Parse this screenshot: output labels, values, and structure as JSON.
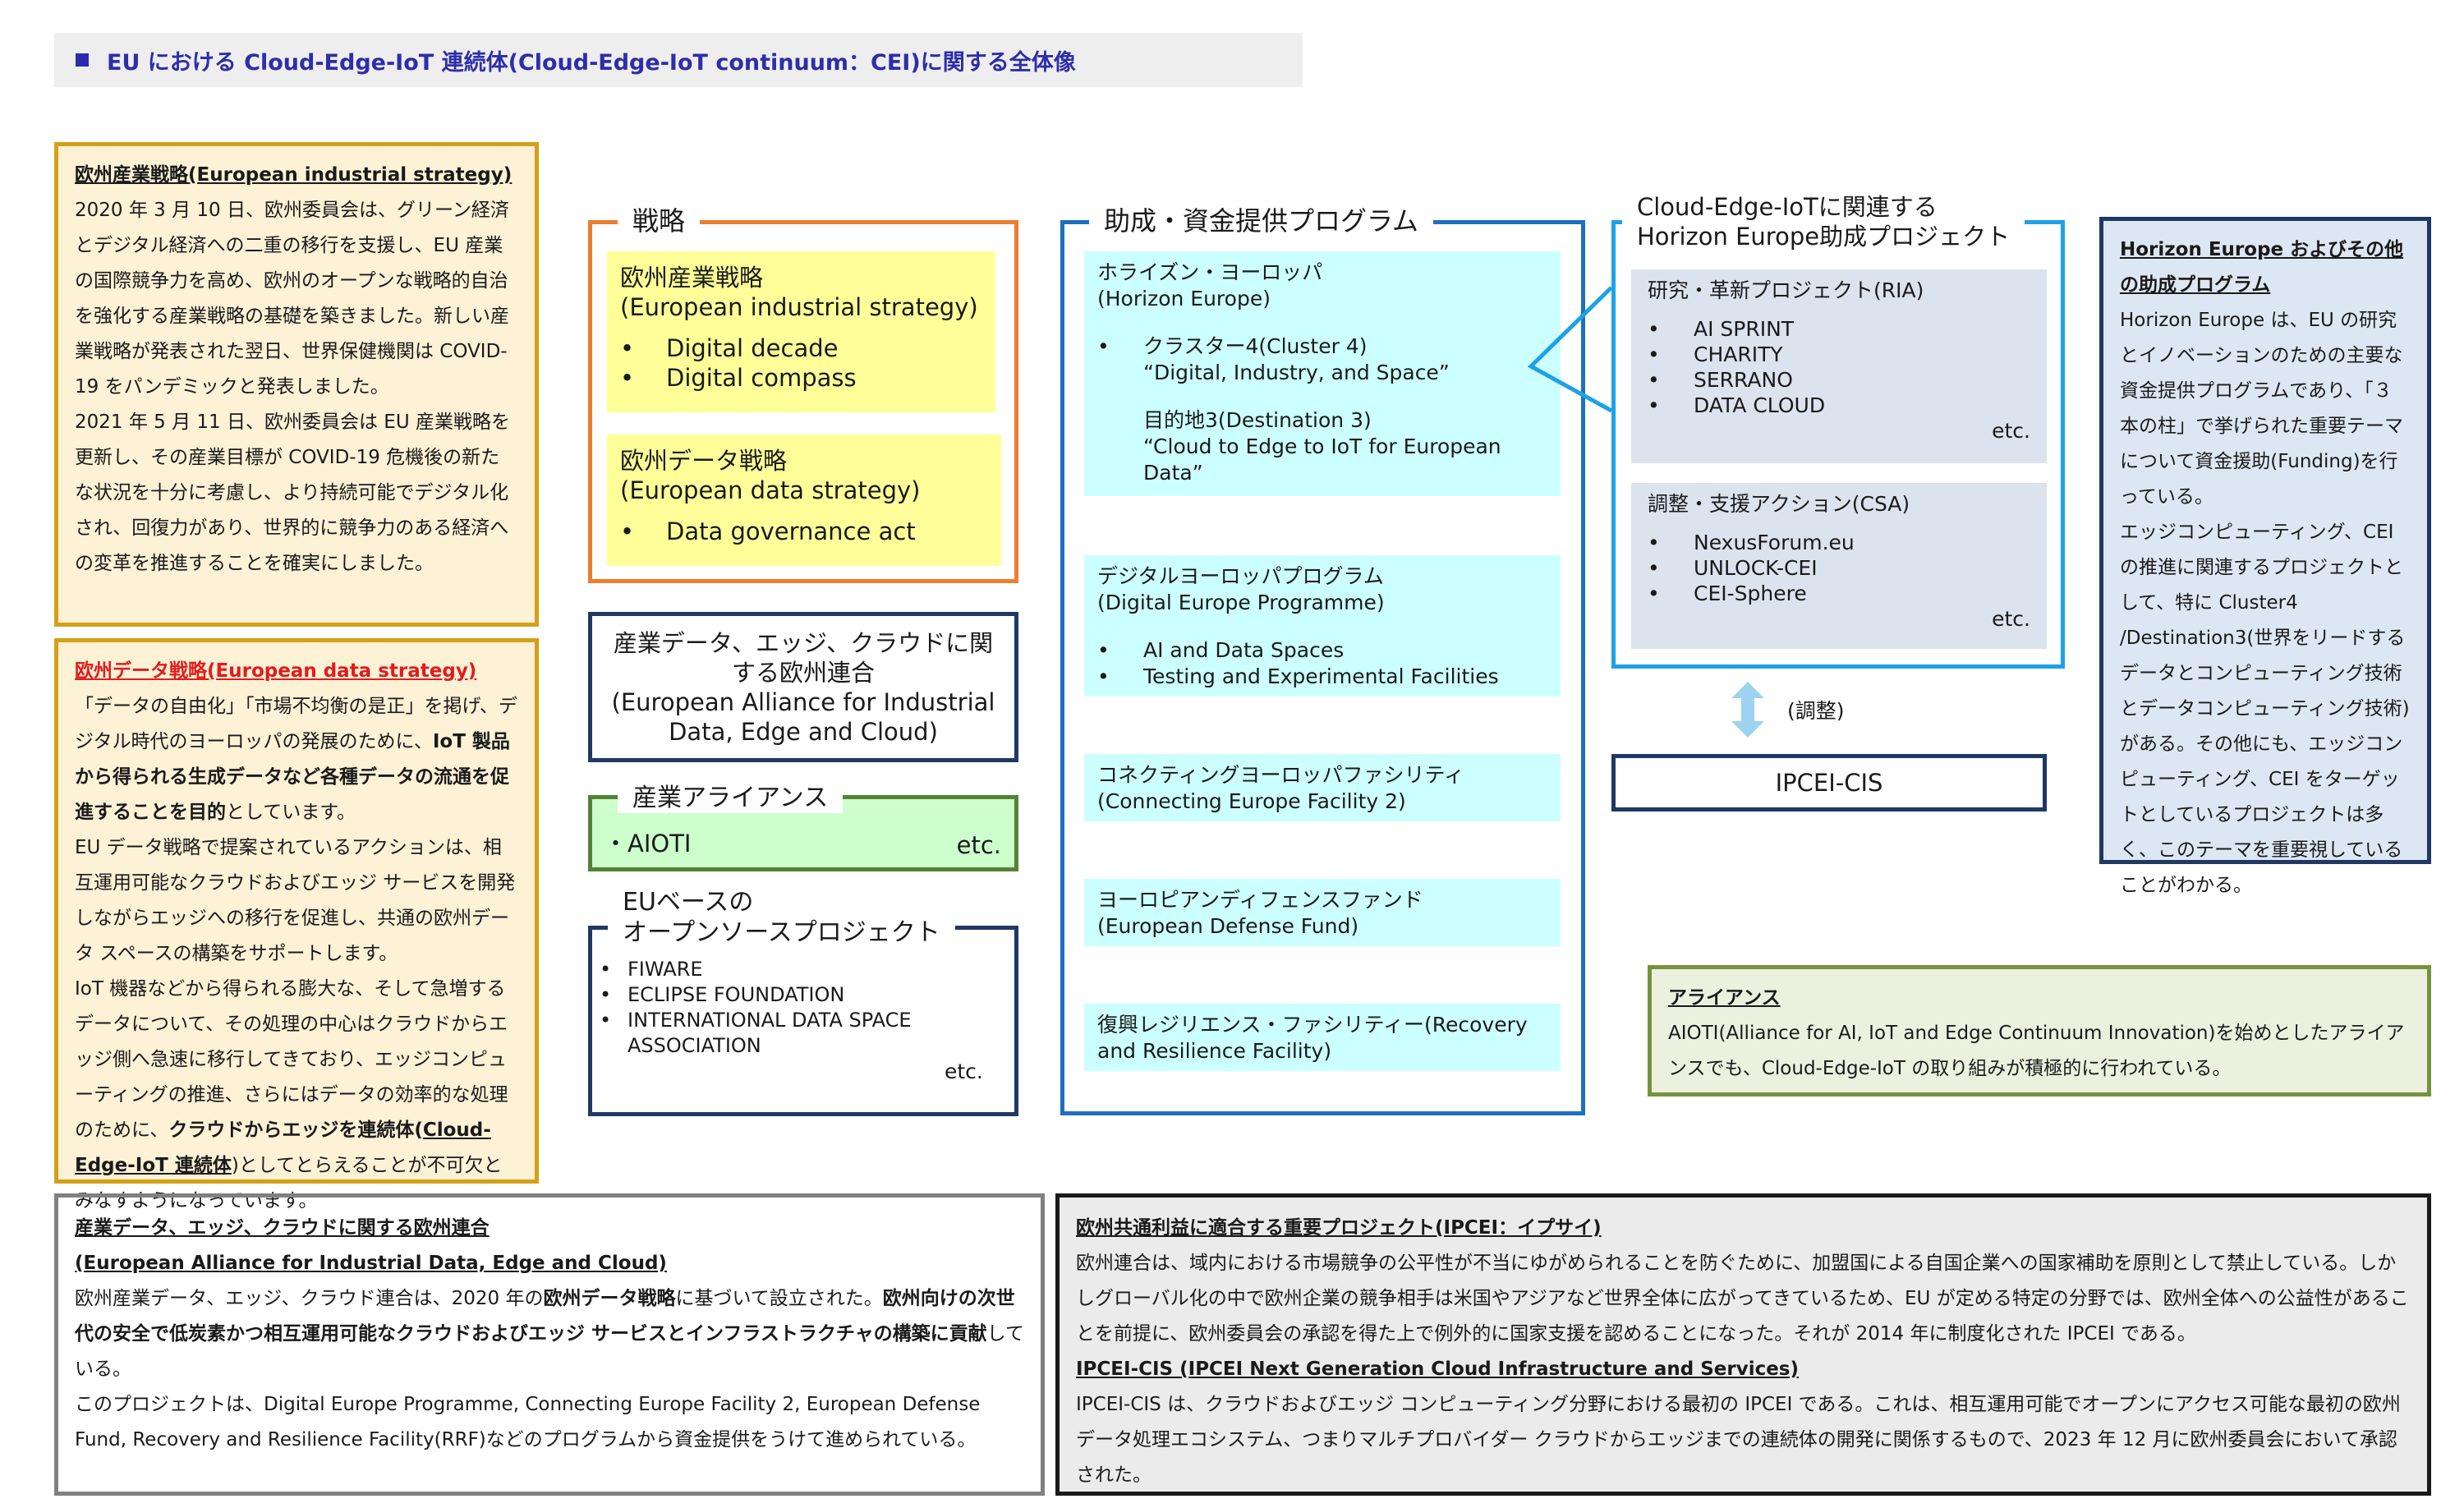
{
  "title": "EU における Cloud-Edge-IoT 連続体(Cloud-Edge-IoT continuum：CEI)に関する全体像",
  "left1": {
    "heading": "欧州産業戦略(European industrial strategy)",
    "body": "2020 年 3 月 10 日、欧州委員会は、グリーン経済とデジタル経済への二重の移行を支援し、EU 産業の国際競争力を高め、欧州のオープンな戦略的自治を強化する産業戦略の基礎を築きました。新しい産業戦略が発表された翌日、世界保健機関は COVID-19 をパンデミックと発表しました。\n2021 年 5 月 11 日、欧州委員会は EU 産業戦略を更新し、その産業目標が COVID-19 危機後の新たな状況を十分に考慮し、より持続可能でデジタル化され、回復力があり、世界的に競争力のある経済への変革を推進することを確実にしました。"
  },
  "left2": {
    "heading": "欧州データ戦略(European data strategy)",
    "p1a": "「データの自由化」「市場不均衡の是正」を掲げ、デジタル時代のヨーロッパの発展のために、",
    "p1b": "IoT 製品から得られる生成データなど各種データの流通を促進することを目的",
    "p1c": "としています。",
    "p2": "EU データ戦略で提案されているアクションは、相互運用可能なクラウドおよびエッジ サービスを開発しながらエッジへの移行を促進し、共通の欧州データ スペースの構築をサポートします。",
    "p3a": "IoT 機器などから得られる膨大な、そして急増するデータについて、その処理の中心はクラウドからエッジ側へ急速に移行してきており、エッジコンピューティングの推進、さらにはデータの効率的な処理のために、",
    "p3b": "クラウドからエッジを連続体(",
    "p3c": "Cloud-Edge-IoT 連続体",
    "p3d": ")と",
    "p3e": "してとらえることが不可欠とみなすようになっています。"
  },
  "strategy": {
    "label": "戦略",
    "box1": {
      "name": "欧州産業戦略",
      "en": "(European industrial strategy)",
      "items": [
        "Digital decade",
        "Digital compass"
      ]
    },
    "box2": {
      "name": "欧州データ戦略",
      "en": "(European data strategy)",
      "items": [
        "Data governance act"
      ]
    }
  },
  "alliance_box": "産業データ、エッジ、クラウドに関する欧州連合\n(European Alliance for Industrial Data, Edge and Cloud)",
  "industry_alliance": {
    "label": "産業アライアンス",
    "item": "・AIOTI",
    "etc": "etc."
  },
  "oss": {
    "label": "EUベースの\nオープンソースプロジェクト",
    "items": [
      "FIWARE",
      "ECLIPSE FOUNDATION",
      "INTERNATIONAL DATA SPACE ASSOCIATION"
    ],
    "etc": "etc."
  },
  "funding": {
    "label": "助成・資金提供プログラム",
    "horizon": {
      "title": "ホライズン・ヨーロッパ",
      "en": "(Horizon Europe)",
      "cluster": "クラスター4(Cluster 4)",
      "cluster_en": "“Digital, Industry, and Space”",
      "dest": "目的地3(Destination 3)",
      "dest_en": "“Cloud to Edge to IoT for European Data”"
    },
    "digital": {
      "title": "デジタルヨーロッパプログラム",
      "en": "(Digital Europe Programme)",
      "items": [
        "AI and Data Spaces",
        "Testing and Experimental Facilities"
      ]
    },
    "cef": {
      "title": "コネクティングヨーロッパファシリティ",
      "en": "(Connecting Europe Facility 2)"
    },
    "edf": {
      "title": "ヨーロピアンディフェンスファンド",
      "en": "(European Defense Fund)"
    },
    "rrf": "復興レジリエンス・ファシリティー(Recovery and Resilience Facility)"
  },
  "cei_projects": {
    "label": "Cloud-Edge-IoTに関連する\nHorizon Europe助成プロジェクト",
    "ria": {
      "title": "研究・革新プロジェクト(RIA)",
      "items": [
        "AI SPRINT",
        "CHARITY",
        "SERRANO",
        "DATA CLOUD"
      ],
      "etc": "etc."
    },
    "csa": {
      "title": "調整・支援アクション(CSA)",
      "items": [
        "NexusForum.eu",
        "UNLOCK-CEI",
        "CEI-Sphere"
      ],
      "etc": "etc."
    }
  },
  "coordination": "(調整)",
  "ipcei_box": "IPCEI-CIS",
  "right_horizon": {
    "heading": "Horizon Europe およびその他の助成プログラム",
    "body": "Horizon Europe は、EU の研究とイノベーションのための主要な資金提供プログラムであり、「３本の柱」で挙げられた重要テーマについて資金援助(Funding)を行っている。\nエッジコンピューティング、CEI の推進に関連するプロジェクトとして、特に Cluster4 /Destination3(世界をリードするデータとコンピューティング技術とデータコンピューティング技術)がある。その他にも、エッジコンピューティング、CEI をターゲットとしているプロジェクトは多く、このテーマを重要視していることがわかる。"
  },
  "right_alliance": {
    "heading": "アライアンス",
    "body": "AIOTI(Alliance for AI, IoT and Edge Continuum Innovation)を始めとしたアライアンスでも、Cloud-Edge-IoT の取り組みが積極的に行われている。"
  },
  "bottom_left": {
    "heading1": "産業データ、エッジ、クラウドに関する欧州連合",
    "heading2": "(European Alliance for Industrial Data, Edge and Cloud)",
    "p1a": "欧州産業データ、エッジ、クラウド連合は、2020 年の",
    "p1b": "欧州データ戦略",
    "p1c": "に基づいて設立された。",
    "p1d": "欧州向けの次世代の安全で低炭素かつ相互運用可能なクラウドおよびエッジ サービスとインフラストラクチャの構築に貢献",
    "p1e": "している。",
    "p2": "このプロジェクトは、Digital Europe Programme, Connecting Europe Facility 2, European Defense Fund, Recovery and Resilience Facility(RRF)などのプログラムから資金提供をうけて進められている。"
  },
  "bottom_right": {
    "heading1": "欧州共通利益に適合する重要プロジェクト(IPCEI：イプサイ)",
    "body1": "欧州連合は、域内における市場競争の公平性が不当にゆがめられることを防ぐために、加盟国による自国企業への国家補助を原則として禁止している。しかしグローバル化の中で欧州企業の競争相手は米国やアジアなど世界全体に広がってきているため、EU が定める特定の分野では、欧州全体への公益性があることを前提に、欧州委員会の承認を得た上で例外的に国家支援を認めることになった。それが 2014 年に制度化された IPCEI である。",
    "heading2": "IPCEI-CIS (IPCEI Next Generation Cloud Infrastructure and Services)",
    "body2": "IPCEI-CIS は、クラウドおよびエッジ コンピューティング分野における最初の IPCEI である。これは、相互運用可能でオープンにアクセス可能な最初の欧州データ処理エコシステム、つまりマルチプロバイダー クラウドからエッジまでの連続体の開発に関係するもので、2023 年 12 月に欧州委員会において承認された。"
  },
  "colors": {
    "accent": "#2e2eaa",
    "orange": "#ed7d31",
    "blue": "#1f6fbf",
    "navy": "#1f3864",
    "green": "#548235",
    "gold": "#d4a017",
    "cyan": "#ccffff",
    "yellow": "#ffff99"
  }
}
